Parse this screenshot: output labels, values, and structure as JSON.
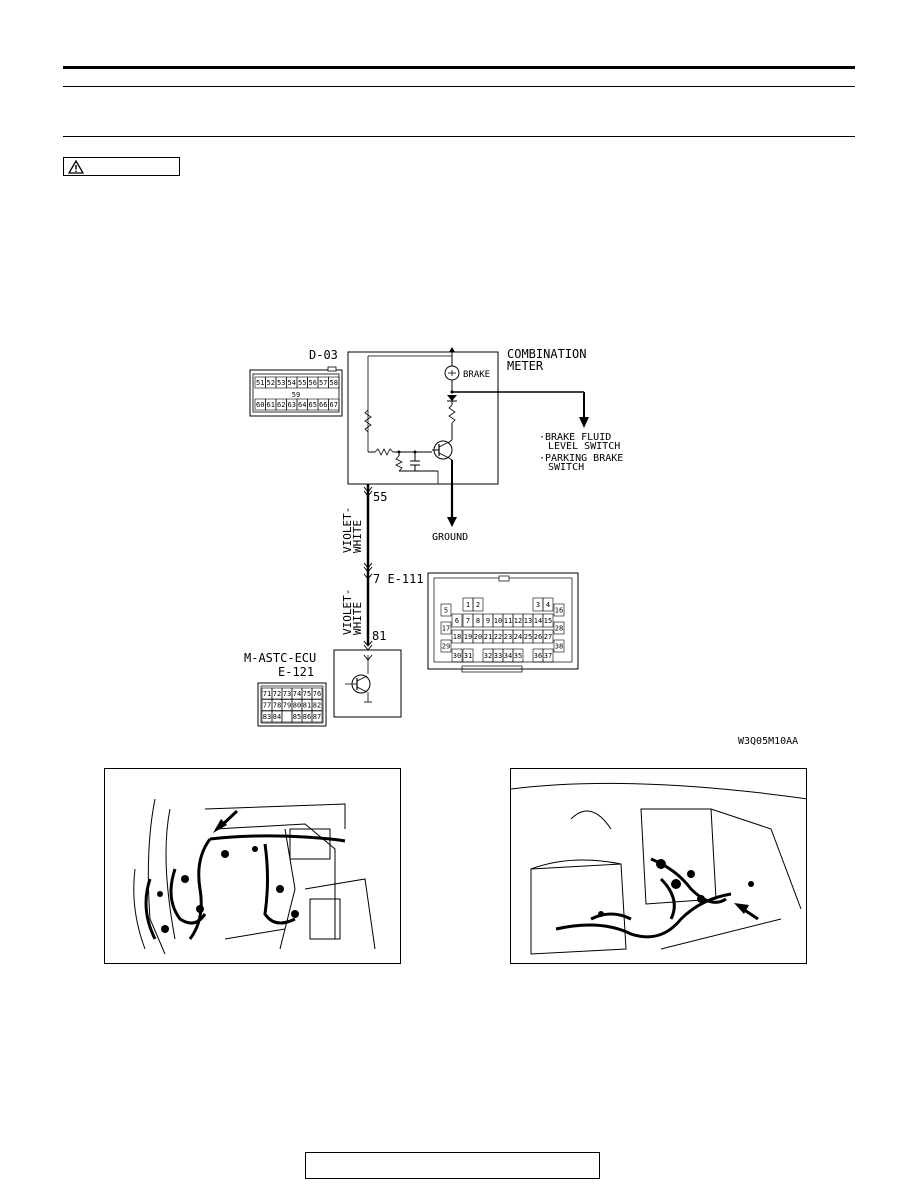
{
  "diagram": {
    "d03_label": "D-03",
    "d03_pins_row1": [
      "51",
      "52",
      "53",
      "54",
      "55",
      "56",
      "57",
      "58"
    ],
    "d03_pin_center": "59",
    "d03_pins_row2": [
      "60",
      "61",
      "62",
      "63",
      "64",
      "65",
      "66",
      "67"
    ],
    "meter_title_line1": "COMBINATION",
    "meter_title_line2": "METER",
    "brake_label": "BRAKE",
    "switch_note_1_line1": "·BRAKE FLUID",
    "switch_note_1_line2": "LEVEL SWITCH",
    "switch_note_2_line1": "·PARKING BRAKE",
    "switch_note_2_line2": "SWITCH",
    "pin_55": "55",
    "ground_label": "GROUND",
    "wire_color_upper_1": "VIOLET-",
    "wire_color_upper_2": "WHITE",
    "wire_color_lower_1": "VIOLET-",
    "wire_color_lower_2": "WHITE",
    "e111_label": "7 E-111",
    "pin_81": "81",
    "ecu_label": "M-ASTC-ECU",
    "ecu_connector": "E-121",
    "e121_rows": [
      [
        "71",
        "72",
        "73",
        "74",
        "75",
        "76"
      ],
      [
        "77",
        "78",
        "79",
        "80",
        "81",
        "82"
      ],
      [
        "83",
        "84",
        "",
        "85",
        "86",
        "87"
      ]
    ],
    "e111_rows": [
      [
        "1",
        "2",
        "",
        "3",
        "4"
      ],
      [
        "6",
        "7",
        "8",
        "9",
        "10",
        "11",
        "12",
        "13",
        "14",
        "15"
      ],
      [
        "18",
        "19",
        "20",
        "21",
        "22",
        "23",
        "24",
        "25",
        "26",
        "27"
      ],
      [
        "30",
        "31",
        "32",
        "33",
        "34",
        "35",
        "36",
        "37"
      ]
    ],
    "e111_side_left": [
      "5",
      "17",
      "29"
    ],
    "e111_side_right": [
      "16",
      "28",
      "38"
    ],
    "figure_code": "W3Q05M10AA"
  },
  "icons": {
    "caution": "warning-triangle-icon",
    "arrow": "pointer-arrow-icon"
  }
}
